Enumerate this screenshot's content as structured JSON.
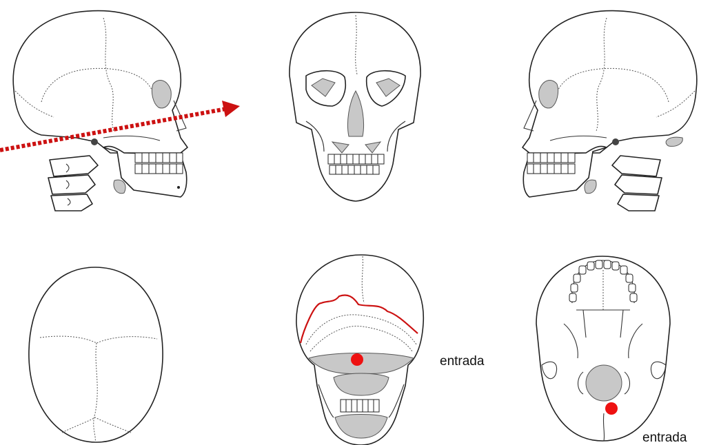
{
  "labels": {
    "entry_back": "entrada",
    "entry_base": "entrada"
  },
  "colors": {
    "trajectory": "#cc1111",
    "entry_point": "#ee1111",
    "fracture_line": "#cc1111",
    "bone_fill": "#ffffff",
    "bone_shade": "#c8c8c8",
    "outline": "#222222"
  },
  "figures": [
    {
      "view": "lateral-right",
      "icon": "skull-lateral-icon"
    },
    {
      "view": "frontal",
      "icon": "skull-frontal-icon"
    },
    {
      "view": "lateral-left",
      "icon": "skull-lateral-icon"
    },
    {
      "view": "superior",
      "icon": "skull-top-icon"
    },
    {
      "view": "posterior",
      "icon": "skull-back-icon"
    },
    {
      "view": "inferior",
      "icon": "skull-base-icon"
    }
  ]
}
